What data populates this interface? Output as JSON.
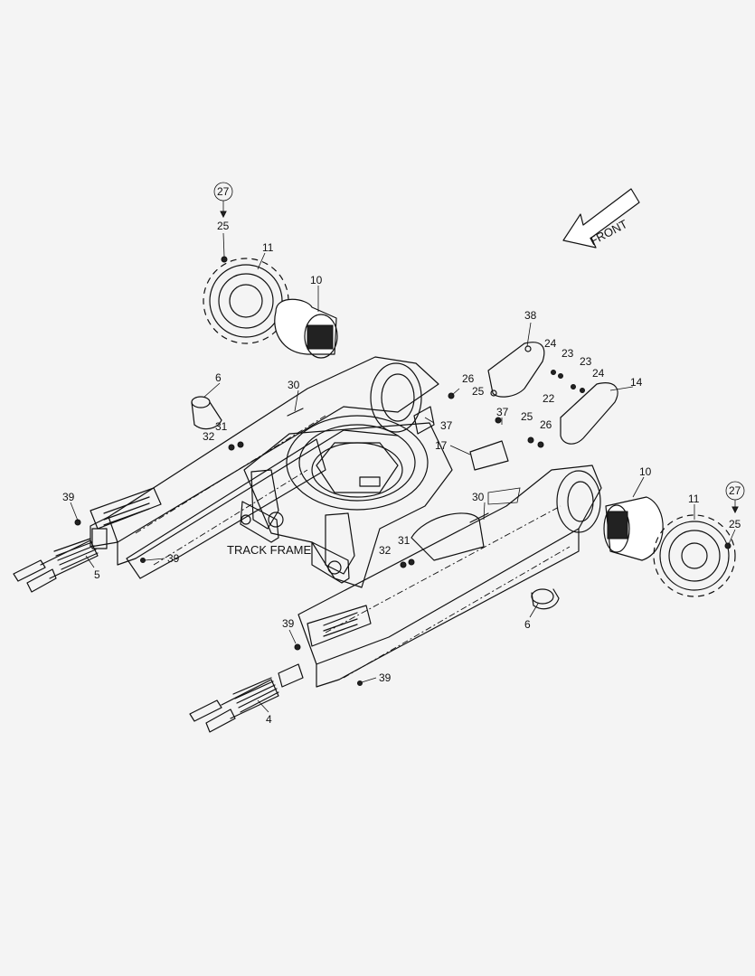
{
  "title_label": "TRACK FRAME",
  "front_label": "FRONT",
  "callouts": {
    "c27_left": "27",
    "c25_left": "25",
    "c11_left": "11",
    "c10_left": "10",
    "c38": "38",
    "c24_a": "24",
    "c23_a": "23",
    "c23_b": "23",
    "c24_b": "24",
    "c22": "22",
    "c14": "14",
    "c26_a": "26",
    "c25_a": "25",
    "c37_a": "37",
    "c6_left": "6",
    "c30_left": "30",
    "c31_left": "31",
    "c32_left": "32",
    "c17": "17",
    "c37_b": "37",
    "c25_b": "25",
    "c26_b": "26",
    "c10_right": "10",
    "c11_right": "11",
    "c27_right": "27",
    "c25_right": "25",
    "c39_a": "39",
    "c5": "5",
    "c39_b": "39",
    "c30_right": "30",
    "c32_right": "32",
    "c31_right": "31",
    "c6_right": "6",
    "c39_c": "39",
    "c39_d": "39",
    "c4": "4"
  }
}
